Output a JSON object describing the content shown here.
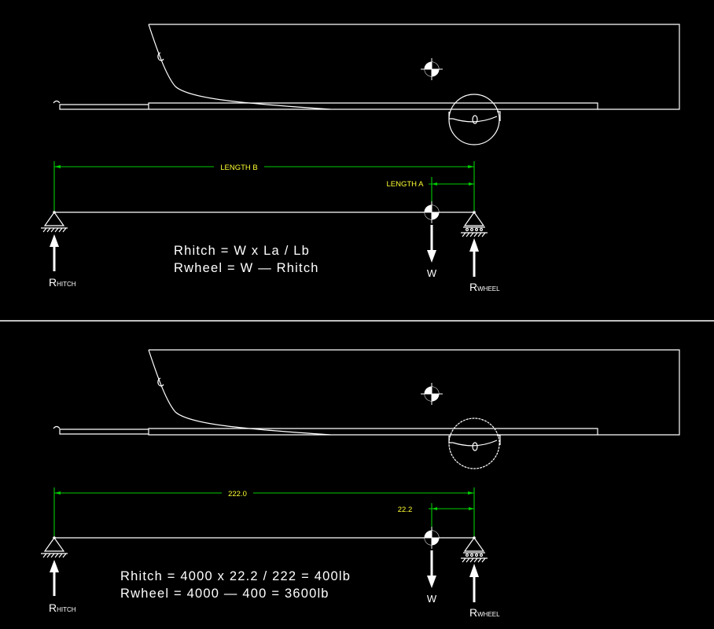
{
  "diagram_top": {
    "dim_b": "LENGTH B",
    "dim_a": "LENGTH A",
    "eq1": "Rhitch  =  W  x  La  /  Lb",
    "eq2": "Rwheel  =  W  —  Rhitch",
    "hitch_main": "R",
    "hitch_sub": "HITCH",
    "wheel_main": "R",
    "wheel_sub": "WHEEL",
    "weight": "W"
  },
  "diagram_bottom": {
    "dim_b": "222.0",
    "dim_a": "22.2",
    "eq1": "Rhitch  =  4000  x  22.2  /  222  =  400lb",
    "eq2": "Rwheel  =  4000  —  400  =  3600lb",
    "hitch_main": "R",
    "hitch_sub": "HITCH",
    "wheel_main": "R",
    "wheel_sub": "WHEEL",
    "weight": "W"
  },
  "colors": {
    "background": "#000000",
    "geometry": "#ffffff",
    "dimension_lines": "#00cc00",
    "dimension_text": "#ffff33"
  }
}
